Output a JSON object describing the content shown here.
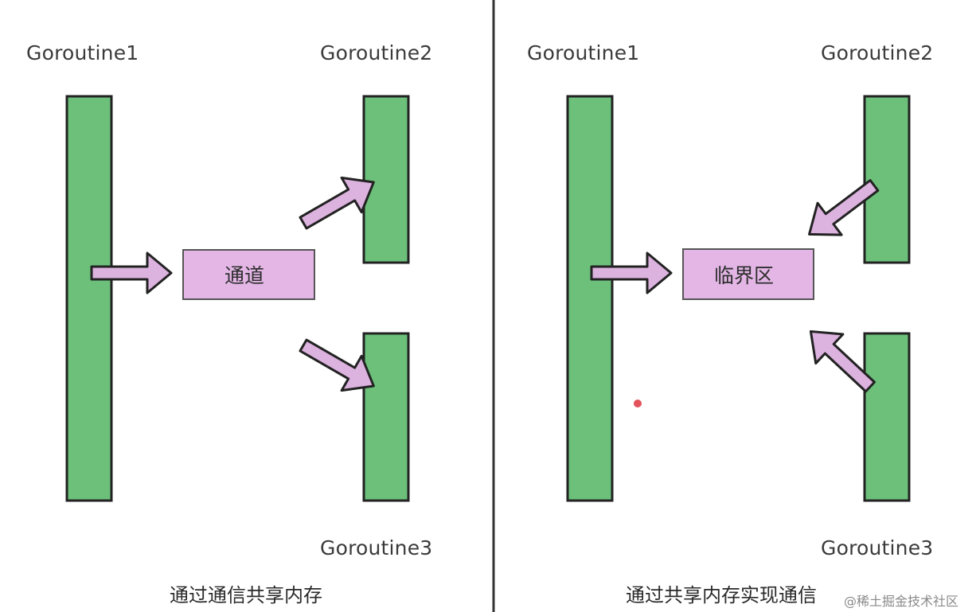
{
  "colors": {
    "bar_fill": "#6cc07a",
    "box_fill": "#e3b6e5",
    "arrow_fill": "#dcb2df",
    "outline": "#222222",
    "divider": "#333333",
    "cursor_dot": "#e0404a"
  },
  "left": {
    "label_g1": "Goroutine1",
    "label_g2": "Goroutine2",
    "label_g3": "Goroutine3",
    "box_label": "通道",
    "caption": "通过通信共享内存"
  },
  "right": {
    "label_g1": "Goroutine1",
    "label_g2": "Goroutine2",
    "label_g3": "Goroutine3",
    "box_label": "临界区",
    "caption": "通过共享内存实现通信"
  },
  "watermark": "@稀土掘金技术社区"
}
